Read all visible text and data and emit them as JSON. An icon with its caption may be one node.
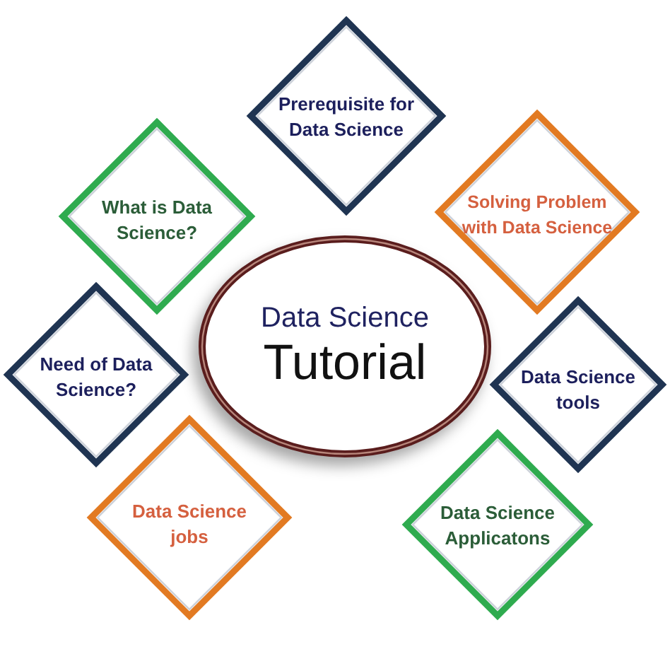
{
  "diagram": {
    "nodes": [
      {
        "text": [
          "Prerequisite for Data Science"
        ]
      },
      {
        "text": [
          "What is Data Science?"
        ]
      },
      {
        "text": [
          "Solving Problem with Data Science"
        ]
      },
      {
        "text": [
          "Data Science",
          "Tutorial"
        ]
      },
      {
        "text": [
          "Need of Data Science?"
        ]
      },
      {
        "text": [
          "Data Science tools"
        ]
      },
      {
        "text": [
          "Data Science jobs"
        ]
      },
      {
        "text": [
          "Data Science Applicatons"
        ]
      }
    ]
  }
}
